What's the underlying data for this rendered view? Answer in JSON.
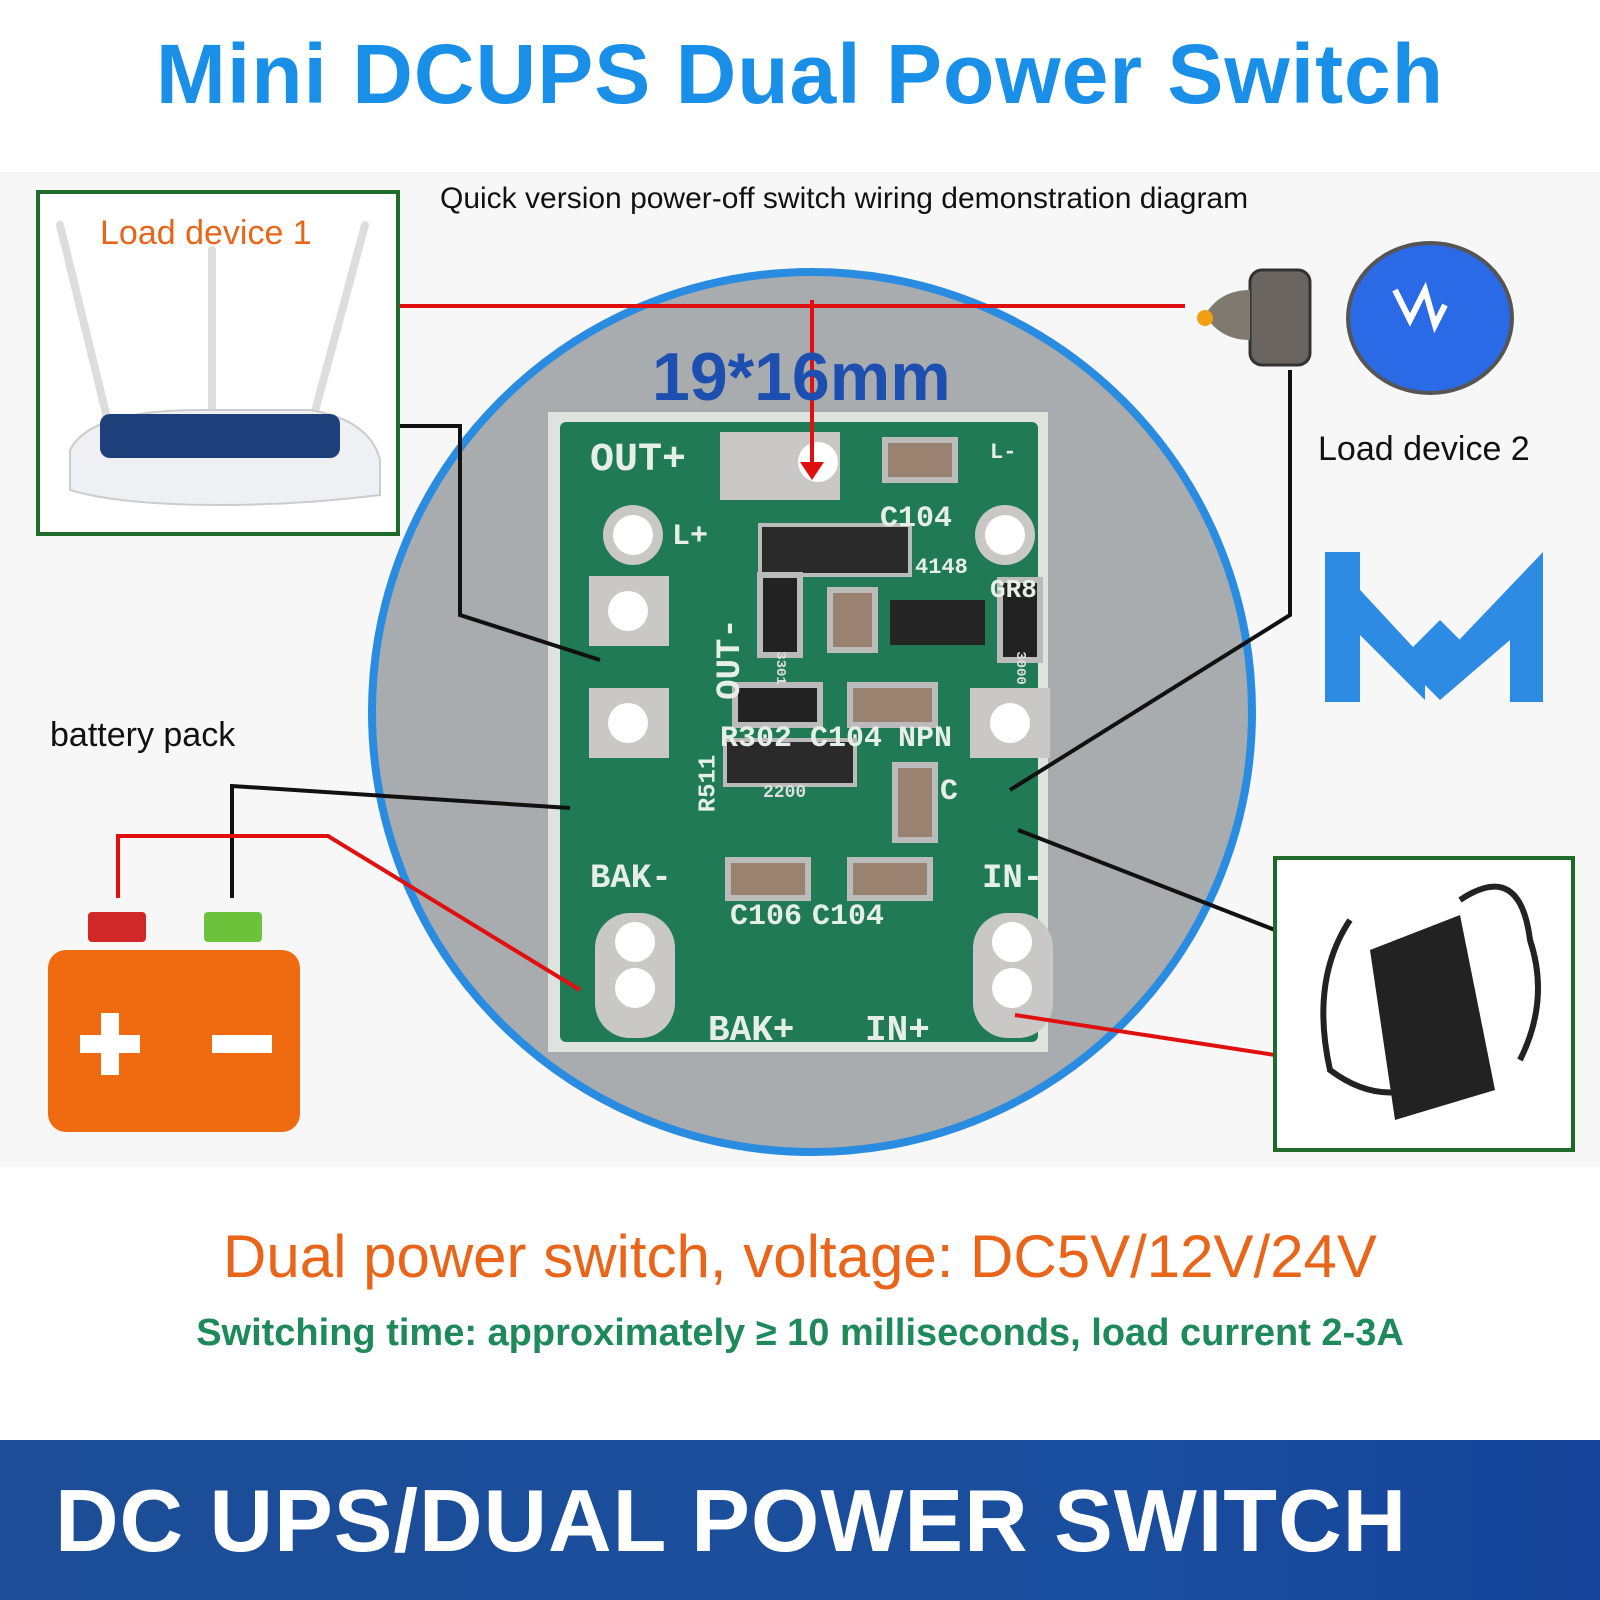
{
  "title": "Mini DCUPS Dual Power Switch",
  "subtitle": "Quick version power-off switch wiring demonstration diagram",
  "labels": {
    "load1": "Load device 1",
    "load2": "Load device 2",
    "battery": "battery pack",
    "dimension": "19*16mm"
  },
  "pcb": {
    "out_plus": "OUT+",
    "out_minus": "OUT-",
    "l_plus": "L+",
    "l_minus": "L-",
    "bak_minus": "BAK-",
    "bak_plus": "BAK+",
    "in_minus": "IN-",
    "in_plus": "IN+",
    "c104_top": "C104",
    "diode": "4148",
    "gr8": "GR8",
    "r302": "R302",
    "c104_mid": "C104",
    "npn": "NPN",
    "r511": "R511",
    "c": "C",
    "c106": "C106",
    "c104_bot": "C104",
    "res_330": "3301",
    "res_3000": "3000",
    "res_2200": "2200"
  },
  "specs": {
    "voltage": "Dual power switch, voltage: DC5V/12V/24V",
    "switching": "Switching time: approximately ≥ 10 milliseconds, load current 2-3A"
  },
  "banner": "DC UPS/DUAL POWER SWITCH",
  "colors": {
    "title": "#1a8fe8",
    "orange": "#e8651a",
    "green": "#1e8a5c",
    "banner": "#1a4e9e",
    "pcb": "#1f7a55"
  }
}
